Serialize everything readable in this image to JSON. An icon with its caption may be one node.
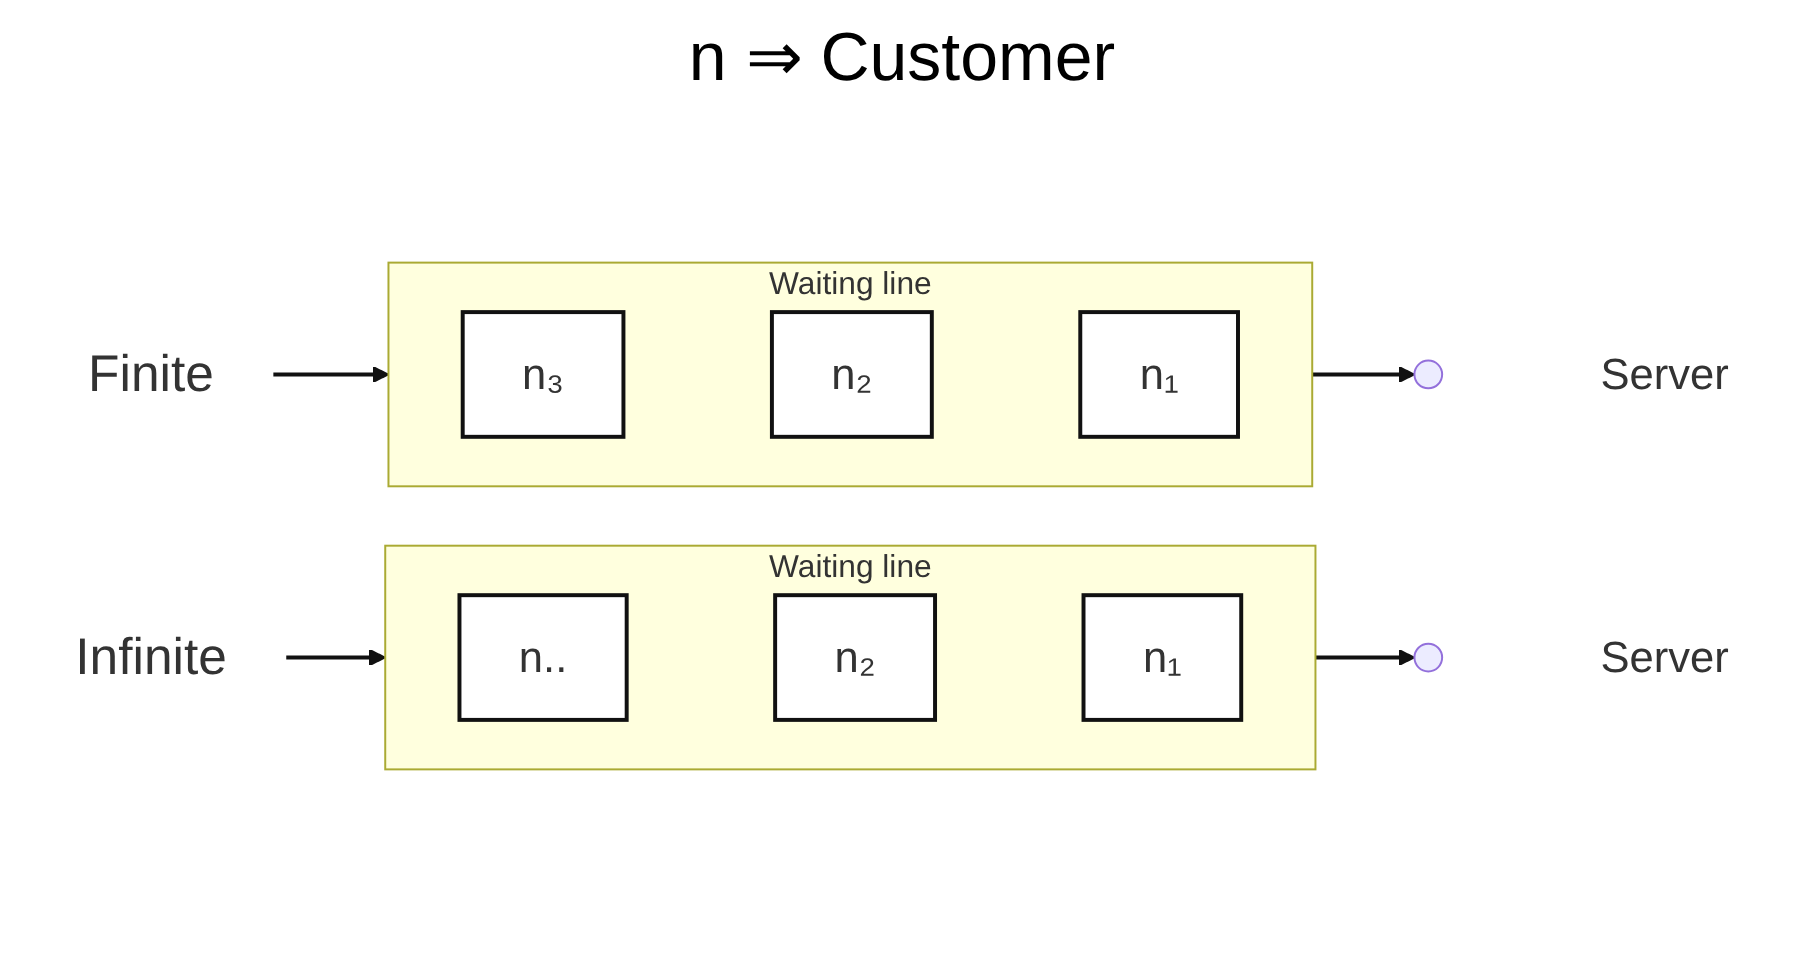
{
  "diagram": {
    "title": "n ⇒ Customer",
    "nodes": [
      {
        "text": [
          "Finite"
        ]
      },
      {
        "text": [
          "Waiting line"
        ]
      },
      {
        "text": [
          "n₃"
        ],
        "in": 1
      },
      {
        "text": [
          "n₂"
        ],
        "in": 1
      },
      {
        "text": [
          "n₁"
        ],
        "in": 1
      },
      {
        "text": [],
        "shape": "circle",
        "beside": [
          "Server"
        ]
      },
      {
        "text": [
          "Infinite"
        ]
      },
      {
        "text": [
          "Waiting line"
        ]
      },
      {
        "text": [
          "n.."
        ],
        "in": 7
      },
      {
        "text": [
          "n₂"
        ],
        "in": 7
      },
      {
        "text": [
          "n₁"
        ],
        "in": 7
      },
      {
        "text": [],
        "shape": "circle",
        "beside": [
          "Server"
        ]
      }
    ],
    "edges": [
      {
        "from": 0,
        "to": 1,
        "arrow": "to"
      },
      {
        "from": 1,
        "to": 5,
        "arrow": "to"
      },
      {
        "from": 6,
        "to": 7,
        "arrow": "to"
      },
      {
        "from": 7,
        "to": 11,
        "arrow": "to"
      }
    ]
  }
}
